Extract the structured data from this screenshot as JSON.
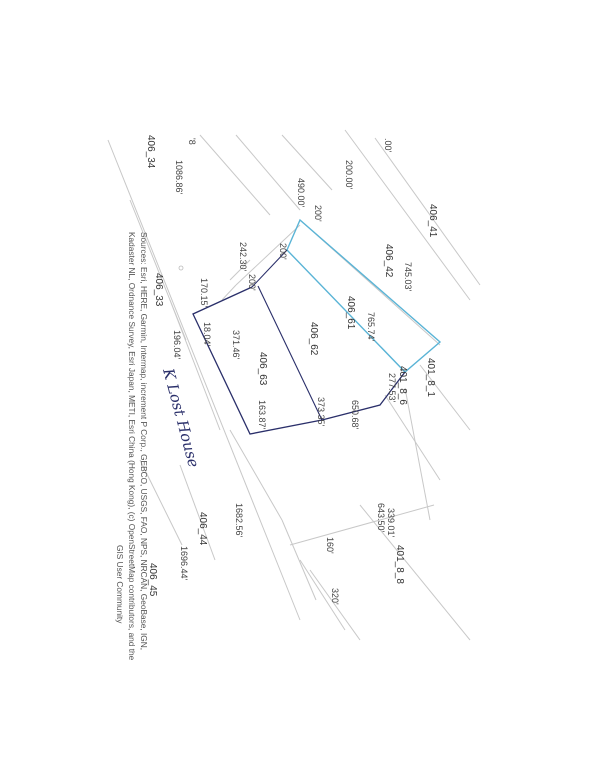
{
  "map": {
    "parcel_ids": {
      "p406_41": "406_41",
      "p406_42": "406_42",
      "p406_61": "406_61",
      "p406_62": "406_62",
      "p406_63": "406_63",
      "p406_33": "406_33",
      "p406_34": "406_34",
      "p406_44": "406_44",
      "p406_45": "406_45",
      "p401_8_1": "401_8_1",
      "p401_8_6": "401_8_6",
      "p401_8_8": "401_8_8"
    },
    "dimensions": {
      "d200_top": ".00'",
      "d200_00": "200.00'",
      "d490_00": "490.00'",
      "d1086_86": "1086.86'",
      "d200_a": "200'",
      "d200_b": "200'",
      "d200_c": "200'",
      "d242_30": "242.30'",
      "d745_03": "745.03'",
      "d765_74": "765.74'",
      "d170_15": "170.15'",
      "d18_04": "18.04'",
      "d196_04": "196.04'",
      "d371_46": "371.46'",
      "d163_87": "163.87'",
      "d373_35": "373.35'",
      "d650_68": "650.68'",
      "d277_53": "277.53'",
      "d339_01": "339.01'",
      "d643_50": "643.50'",
      "d160": "160'",
      "d320": "320'",
      "d1682_56": "1682.56'",
      "d1696_44": "1696.44'",
      "d_edge": "'8"
    },
    "attribution": {
      "line1": "Sources: Esri, HERE, Garmin, Intermap, increment P Corp., GEBCO, USGS, FAO, NPS, NRCAN, GeoBase, IGN,",
      "line2": "Kadaster NL, Ordnance Survey, Esri Japan, METI, Esri China (Hong Kong), (c) OpenStreetMap contributors, and the",
      "line3": "GIS User Community"
    },
    "handwritten_note": "K Lost House",
    "colors": {
      "parcel_line": "#c4c4c4",
      "highlight_parcel": "#5ab4d6",
      "drawn_outline": "#2a2f6a",
      "text": "#333333"
    }
  }
}
